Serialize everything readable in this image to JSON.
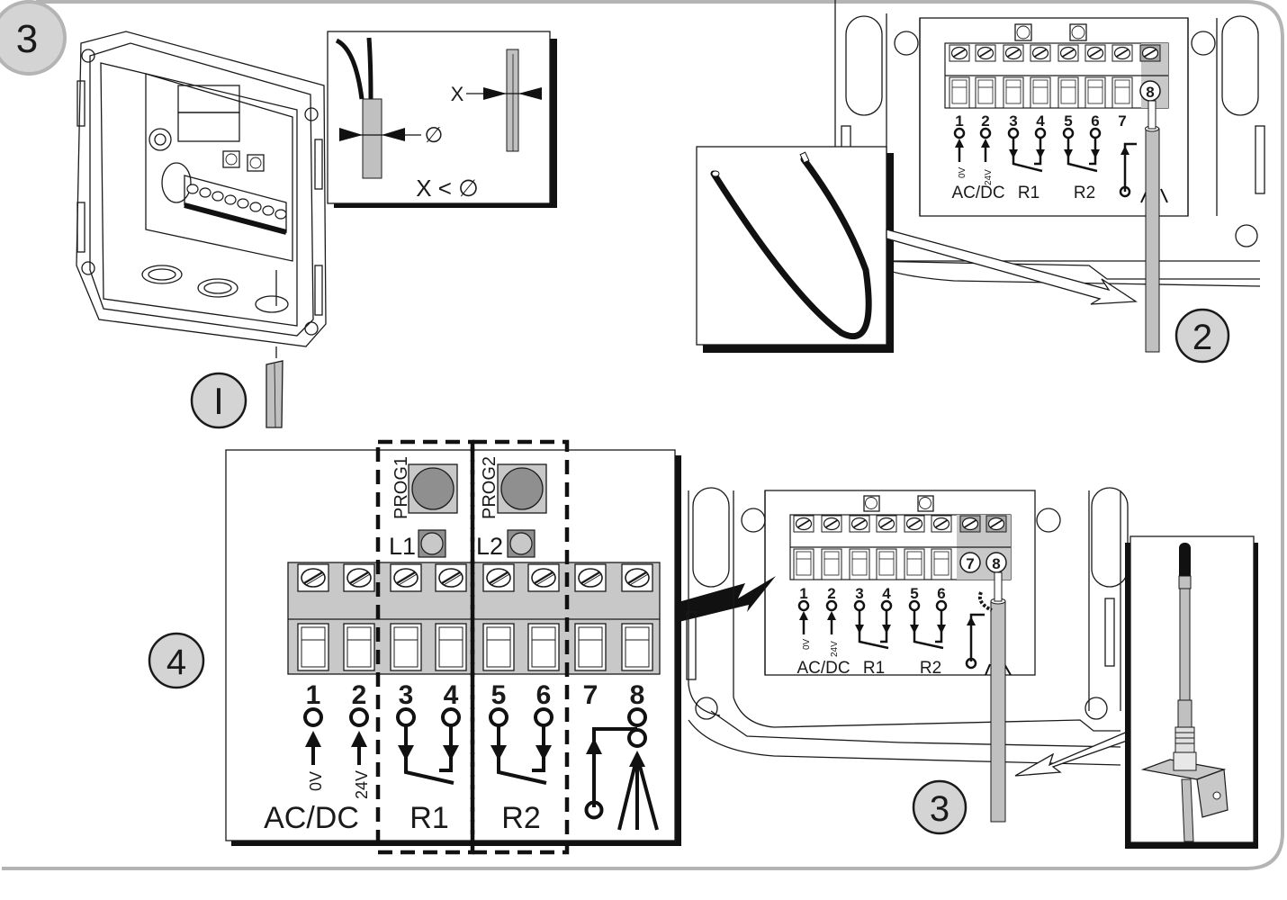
{
  "figure": {
    "section_number": "3",
    "step_badges": {
      "step1": "I",
      "step2": "2",
      "step3": "3",
      "step4": "4"
    },
    "colors": {
      "frame_border": "#b4b4b4",
      "badge_fill": "#d4d4d4",
      "terminal_block": "#c8c8c8",
      "button_fill": "#8f8f8f",
      "cable": "#c0c0c0",
      "ink": "#1a1a1a"
    }
  },
  "inset_cable_gauge": {
    "diameter_symbol": "∅",
    "width_symbol": "X",
    "rule": "X < ∅"
  },
  "terminal_diagram_small": {
    "terminal_numbers": [
      "1",
      "2",
      "3",
      "4",
      "5",
      "6",
      "7"
    ],
    "highlight_terminals_step2": [
      "8"
    ],
    "highlight_terminals_step3": [
      "7",
      "8"
    ],
    "voltage_labels": [
      "0V",
      "24V"
    ],
    "group_labels": [
      "AC/DC",
      "R1",
      "R2"
    ]
  },
  "terminal_diagram_large": {
    "buttons": [
      {
        "label": "PROG1"
      },
      {
        "label": "PROG2"
      }
    ],
    "leds": [
      {
        "label": "L1"
      },
      {
        "label": "L2"
      }
    ],
    "terminal_numbers": [
      "1",
      "2",
      "3",
      "4",
      "5",
      "6",
      "7",
      "8"
    ],
    "voltage_labels": [
      "0V",
      "24V"
    ],
    "group_labels": [
      "AC/DC",
      "R1",
      "R2"
    ]
  }
}
